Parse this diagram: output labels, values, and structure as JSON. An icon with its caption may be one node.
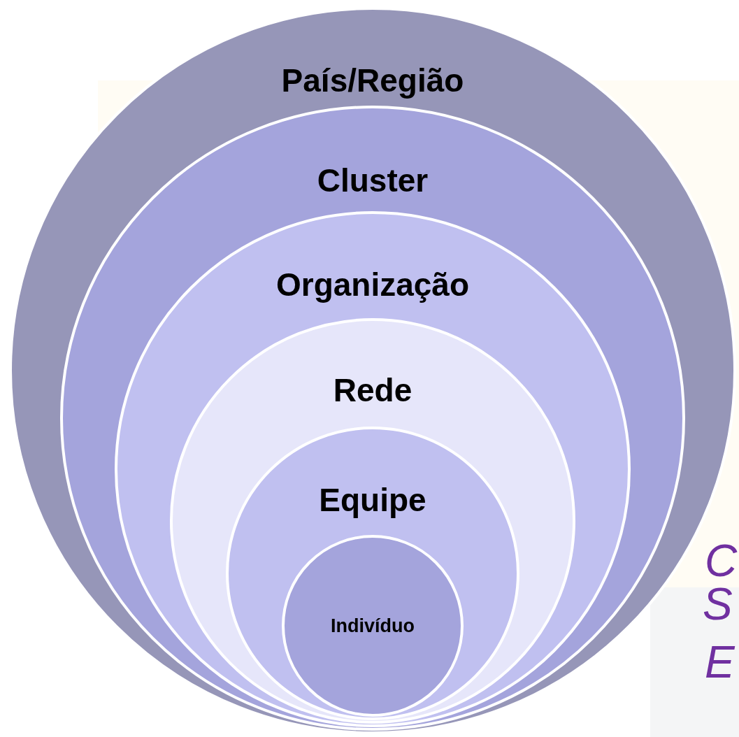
{
  "diagram": {
    "nodes": [
      {
        "text": [
          "País/Região"
        ]
      },
      {
        "text": [
          "Cluster"
        ],
        "in": 0
      },
      {
        "text": [
          "Organização"
        ],
        "in": 1
      },
      {
        "text": [
          "Rede"
        ],
        "in": 2
      },
      {
        "text": [
          "Equipe"
        ],
        "in": 3
      },
      {
        "text": [
          "Indivíduo"
        ],
        "in": 4
      }
    ],
    "labels": [
      "C",
      "S",
      "E"
    ]
  }
}
